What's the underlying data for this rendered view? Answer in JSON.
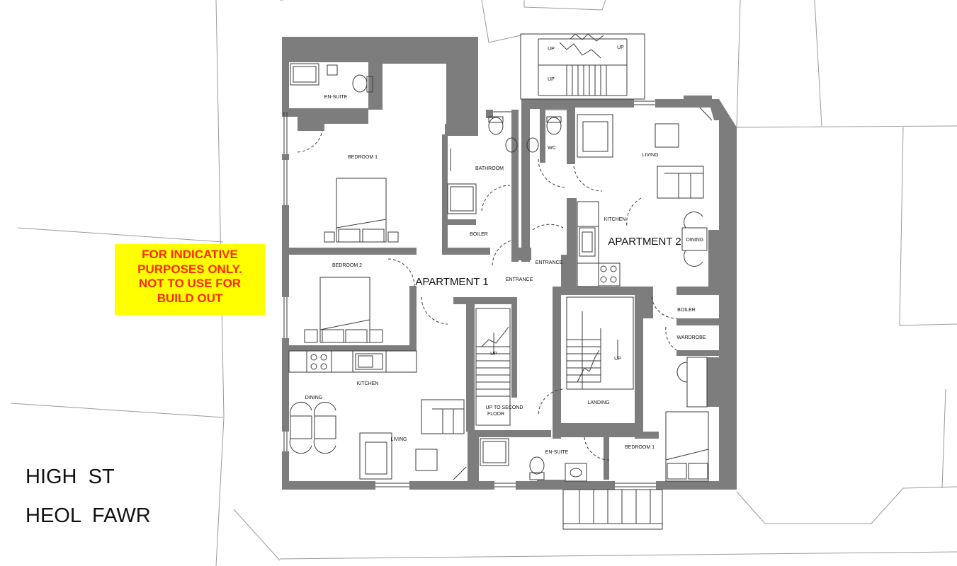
{
  "colors": {
    "wall": "#7d7d7d",
    "line": "#3a3a3a",
    "context": "#9a9a9a",
    "note_bg": "#ffff00",
    "note_text": "#ff2a00"
  },
  "notice": {
    "lines": [
      "FOR INDICATIVE",
      "PURPOSES ONLY.",
      "NOT TO USE FOR",
      "BUILD OUT"
    ]
  },
  "street": {
    "english": "HIGH  ST",
    "welsh": "HEOL  FAWR"
  },
  "apartment_1": {
    "name": "APARTMENT 1",
    "rooms": {
      "ensuite": "EN-SUITE",
      "bedroom1": "BEDROOM  1",
      "bedroom2": "BEDROOM  2",
      "bathroom": "BATHROOM",
      "boiler": "BOILER",
      "entrance": "ENTRANCE",
      "kitchen": "KITCHEN",
      "dining": "DINING",
      "living": "LIVING"
    }
  },
  "apartment_2": {
    "name": "APARTMENT  2",
    "rooms": {
      "wc": "WC",
      "living": "LIVING",
      "kitchen": "KITCHEN",
      "dining": "DINING",
      "entrance": "ENTRANCE",
      "boiler": "BOILER",
      "wardrobe": "WARDROBE",
      "landing": "LANDING",
      "ensuite": "EN-SUITE",
      "bedroom1": "BEDROOM  1"
    }
  },
  "stairs": {
    "up": "UP",
    "second_floor_1": "UP TO SECOND",
    "second_floor_2": "FLOOR"
  }
}
